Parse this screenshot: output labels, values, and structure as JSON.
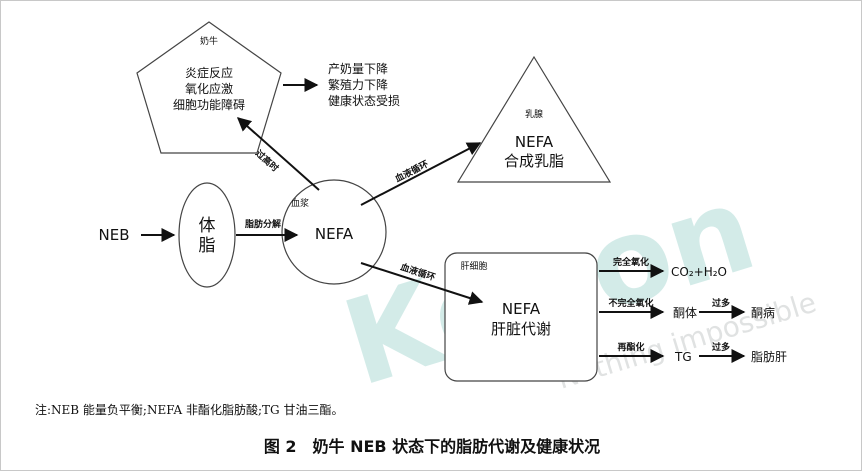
{
  "diagram": {
    "neb": "NEB",
    "body_fat_1": "体",
    "body_fat_2": "脂",
    "fat_breakdown": "脂肪分解",
    "plasma_label": "血浆",
    "plasma_nefa": "NEFA",
    "cow": {
      "label": "奶牛",
      "line1": "炎症反应",
      "line2": "氧化应激",
      "line3": "细胞功能障碍"
    },
    "effects": {
      "line1": "产奶量下降",
      "line2": "繁殖力下降",
      "line3": "健康状态受损"
    },
    "too_high": "过高时",
    "blood_circ_1": "血液循环",
    "blood_circ_2": "血液循环",
    "mammary": {
      "label": "乳腺",
      "line1": "NEFA",
      "line2": "合成乳脂"
    },
    "liver": {
      "label": "肝细胞",
      "line1": "NEFA",
      "line2": "肝脏代谢"
    },
    "complete_ox": "完全氧化",
    "co2_h2o": "CO₂+H₂O",
    "incomplete_ox": "不完全氧化",
    "ketone": "酮体",
    "excess_1": "过多",
    "ketosis": "酮病",
    "reester": "再酯化",
    "tg": "TG",
    "excess_2": "过多",
    "fatty_liver": "脂肪肝"
  },
  "watermark": {
    "brand": "Kenon",
    "slogan": "Nothing impossible"
  },
  "note": "注:NEB 能量负平衡;NEFA 非酯化脂肪酸;TG 甘油三酯。",
  "caption": "图 2　奶牛 NEB 状态下的脂肪代谢及健康状况"
}
